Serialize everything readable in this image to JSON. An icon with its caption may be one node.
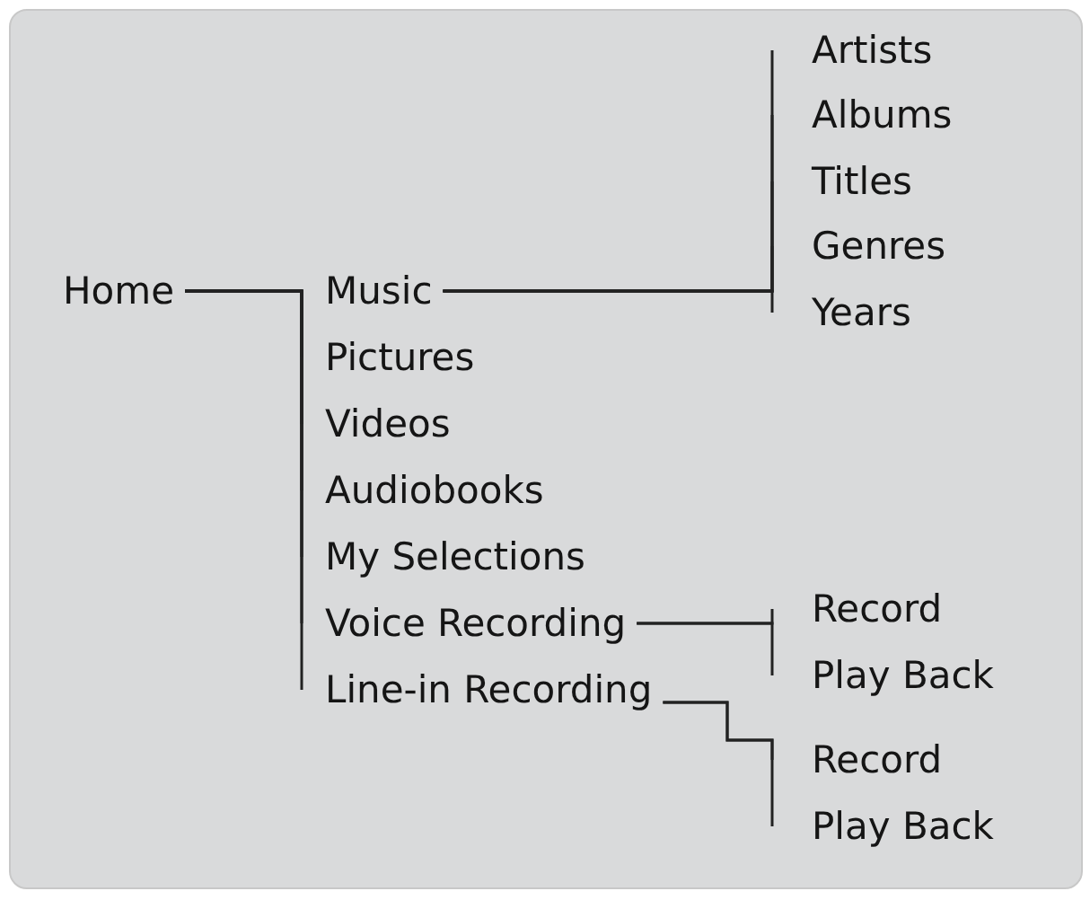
{
  "diagram": {
    "nodes": [
      {
        "text": [
          "Home"
        ]
      },
      {
        "text": [
          "Music"
        ]
      },
      {
        "text": [
          "Pictures"
        ]
      },
      {
        "text": [
          "Videos"
        ]
      },
      {
        "text": [
          "Audiobooks"
        ]
      },
      {
        "text": [
          "My Selections"
        ]
      },
      {
        "text": [
          "Voice Recording"
        ]
      },
      {
        "text": [
          "Line-in Recording"
        ]
      },
      {
        "text": [
          "Artists"
        ]
      },
      {
        "text": [
          "Albums"
        ]
      },
      {
        "text": [
          "Titles"
        ]
      },
      {
        "text": [
          "Genres"
        ]
      },
      {
        "text": [
          "Years"
        ]
      },
      {
        "text": [
          "Record"
        ]
      },
      {
        "text": [
          "Play Back"
        ]
      },
      {
        "text": [
          "Record"
        ]
      },
      {
        "text": [
          "Play Back"
        ]
      }
    ],
    "edges": [
      {
        "from": 0,
        "to": 1,
        "arrow": "none"
      },
      {
        "from": 0,
        "to": 2,
        "arrow": "none"
      },
      {
        "from": 0,
        "to": 3,
        "arrow": "none"
      },
      {
        "from": 0,
        "to": 4,
        "arrow": "none"
      },
      {
        "from": 0,
        "to": 5,
        "arrow": "none"
      },
      {
        "from": 0,
        "to": 6,
        "arrow": "none"
      },
      {
        "from": 0,
        "to": 7,
        "arrow": "none"
      },
      {
        "from": 1,
        "to": 8,
        "arrow": "none"
      },
      {
        "from": 1,
        "to": 9,
        "arrow": "none"
      },
      {
        "from": 1,
        "to": 10,
        "arrow": "none"
      },
      {
        "from": 1,
        "to": 11,
        "arrow": "none"
      },
      {
        "from": 1,
        "to": 12,
        "arrow": "none"
      },
      {
        "from": 6,
        "to": 13,
        "arrow": "none"
      },
      {
        "from": 6,
        "to": 14,
        "arrow": "none"
      },
      {
        "from": 7,
        "to": 15,
        "arrow": "none"
      },
      {
        "from": 7,
        "to": 16,
        "arrow": "none"
      }
    ]
  }
}
